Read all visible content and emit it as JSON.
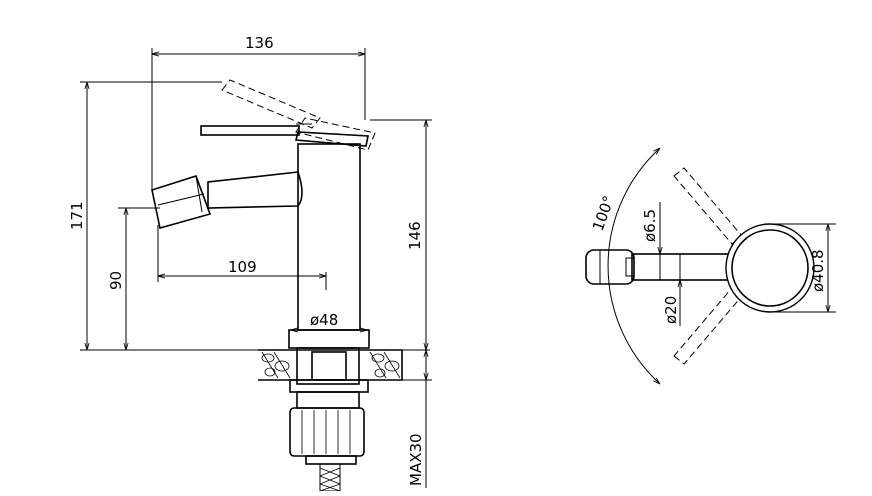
{
  "dimensions": {
    "width_total": "136",
    "height_total": "171",
    "spout_height": "90",
    "spout_reach": "109",
    "body_height": "146",
    "body_diameter": "ø48",
    "max_deck": "MAX30",
    "swivel_angle": "100°",
    "lever_diameter": "ø6.5",
    "pin_diameter": "ø20",
    "head_diameter": "ø40.8"
  }
}
